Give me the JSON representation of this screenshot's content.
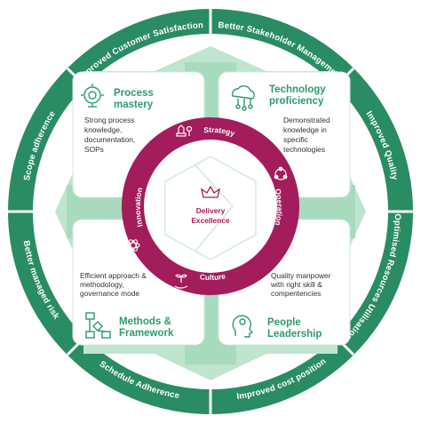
{
  "outer_ring": {
    "segments": [
      "Improved Customer Satisfaction",
      "Better Stakeholder Management",
      "Improved Quality",
      "Optimised Resources Utilisation",
      "Improved cost position",
      "Schedule Adherence",
      "Better managed risk",
      "Scope adherence"
    ]
  },
  "cards": {
    "process": {
      "title_line1": "Process",
      "title_line2": "mastery",
      "body": [
        "Strong process",
        "knowledge,",
        "documentation,",
        "SOPs"
      ],
      "icon": "gear-bulb-icon"
    },
    "technology": {
      "title_line1": "Technology",
      "title_line2": "proficiency",
      "body": [
        "Demonstrated",
        "knowledge in",
        "specific",
        "technologies"
      ],
      "icon": "cloud-network-icon"
    },
    "methods": {
      "title_line1": "Methods &",
      "title_line2": "Framework",
      "body": [
        "Efficient approach &",
        "methodology,",
        "governance mode"
      ],
      "icon": "flowchart-icon"
    },
    "people": {
      "title_line1": "People",
      "title_line2": "Leadership",
      "body": [
        "Quality manpower",
        "with right skill &",
        "compentencies"
      ],
      "icon": "head-bulb-icon"
    }
  },
  "inner_ring": {
    "strategy": "Strategy",
    "operation": "Operation",
    "culture": "Culture",
    "innovation": "Innovation"
  },
  "center": {
    "line1": "Delivery",
    "line2": "Excellence",
    "icon": "crown-icon"
  },
  "colors": {
    "dark_green": "#2a8c62",
    "mid_green": "#3aa878",
    "light_green": "#bfe5cf",
    "magenta": "#a31c5c",
    "title_green": "#2e9a6c"
  }
}
